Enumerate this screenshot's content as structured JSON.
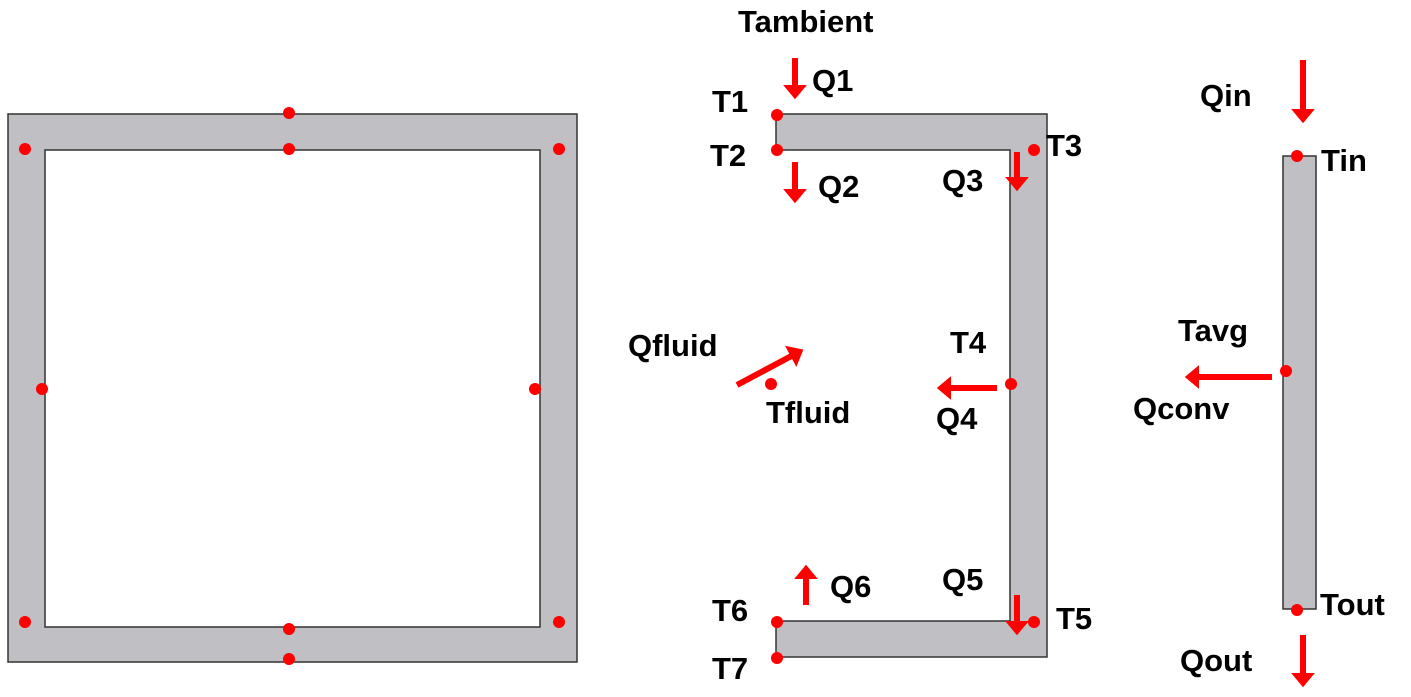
{
  "labels": {
    "tambient": "Tambient",
    "q1": "Q1",
    "q2": "Q2",
    "q3": "Q3",
    "q4": "Q4",
    "q5": "Q5",
    "q6": "Q6",
    "t1": "T1",
    "t2": "T2",
    "t3": "T3",
    "t4": "T4",
    "t5": "T5",
    "t6": "T6",
    "t7": "T7",
    "qfluid": "Qfluid",
    "tfluid": "Tfluid",
    "qin": "Qin",
    "tin": "Tin",
    "tavg": "Tavg",
    "qconv": "Qconv",
    "tout": "Tout",
    "qout": "Qout"
  },
  "colors": {
    "node": "#ff0000",
    "arrow": "#ff0000",
    "wall": "#c0bfc4"
  }
}
